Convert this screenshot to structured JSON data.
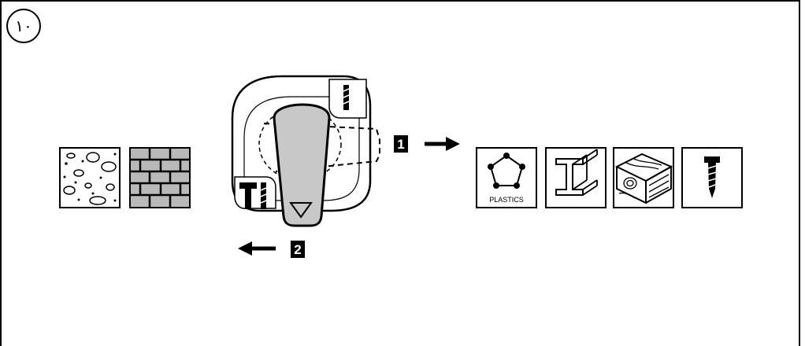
{
  "step_number": "١٠",
  "callouts": {
    "one": "1",
    "two": "2"
  },
  "materials": {
    "plastics_label": "PLASTICS"
  },
  "icons": {
    "left": [
      "concrete-icon",
      "brick-icon"
    ],
    "selector": [
      "drill-mode-icon",
      "hammer-drill-mode-icon"
    ],
    "right": [
      "plastics-icon",
      "steel-beam-icon",
      "wood-icon",
      "screw-icon"
    ]
  },
  "colors": {
    "knob_fill": "#c8c8c8",
    "brick_fill": "#b9b9b9",
    "ink": "#000000"
  }
}
